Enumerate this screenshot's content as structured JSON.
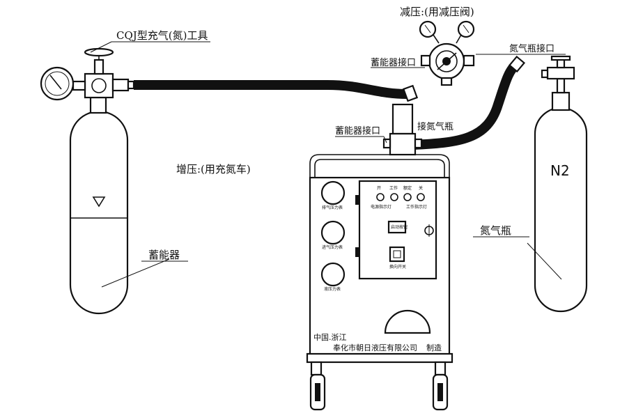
{
  "labels": {
    "tool": "CQJ型充气(氮)工具",
    "pressure_reduce": "减压:(用减压阀)",
    "accumulator_port_top": "蓄能器接口",
    "nitrogen_bottle_port": "氮气瓶接口",
    "accumulator_port_cart": "蓄能器接口",
    "connect_nitrogen_bottle": "接氮气瓶",
    "pressure_boost": "增压:(用充氮车)",
    "accumulator": "蓄能器",
    "nitrogen_bottle": "氮气瓶",
    "n2": "N2"
  },
  "panel": {
    "gauge1": "排气压力表",
    "gauge2": "进气压力表",
    "gauge3": "液压力表",
    "lamp_labels": [
      "开",
      "工作",
      "额定",
      "关"
    ],
    "power_lamp": "电源指示灯",
    "work_lamp": "工作指示灯",
    "button": "启动按钮",
    "switch": "换向开关"
  },
  "maker": {
    "origin": "中国.浙江",
    "company": "奉化市朝日液压有限公司",
    "made": "制造"
  }
}
